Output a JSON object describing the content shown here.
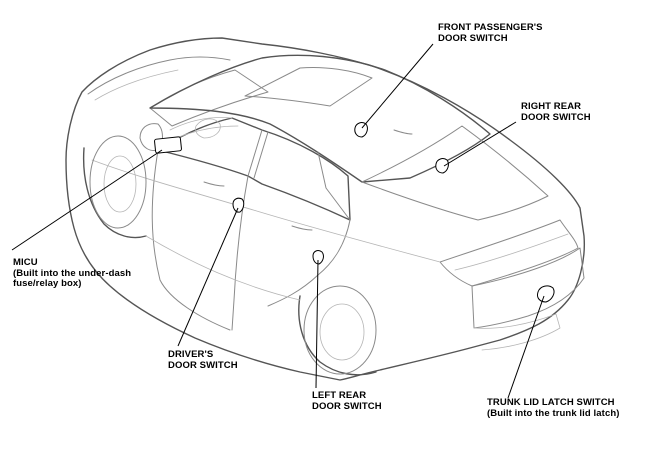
{
  "labels": {
    "front_passenger_door_switch": {
      "line1": "FRONT PASSENGER'S",
      "line2": "DOOR SWITCH"
    },
    "right_rear_door_switch": {
      "line1": "RIGHT REAR",
      "line2": "DOOR SWITCH"
    },
    "micu": {
      "line1": "MICU",
      "line2": "(Built into the under-dash",
      "line3": "fuse/relay box)"
    },
    "drivers_door_switch": {
      "line1": "DRIVER'S",
      "line2": "DOOR SWITCH"
    },
    "left_rear_door_switch": {
      "line1": "LEFT REAR",
      "line2": "DOOR SWITCH"
    },
    "trunk_lid_latch_switch": {
      "line1": "TRUNK LID LATCH SWITCH",
      "line2": "(Built into the trunk lid latch)"
    }
  }
}
